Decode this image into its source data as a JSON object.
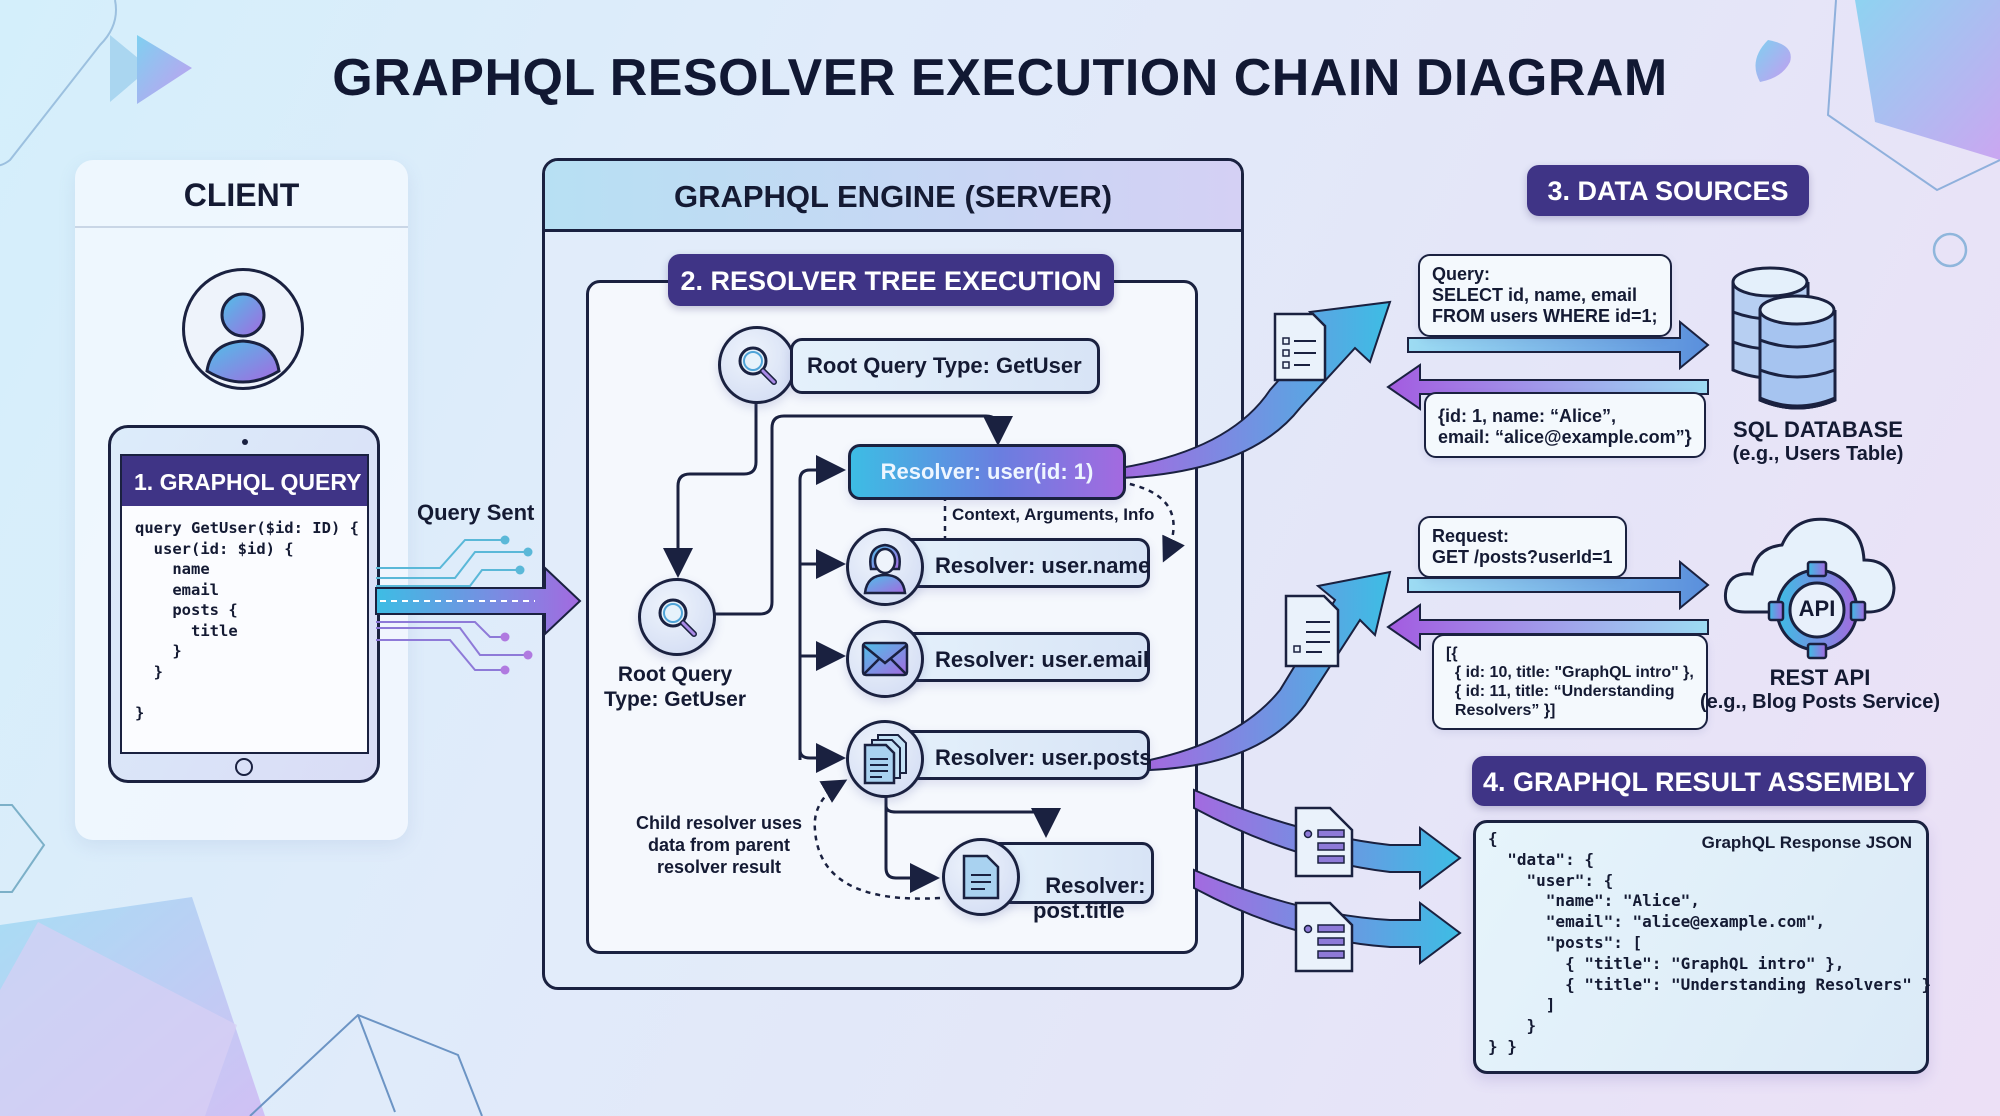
{
  "title": "GRAPHQL RESOLVER EXECUTION CHAIN DIAGRAM",
  "client": {
    "header": "CLIENT",
    "icon": "user-avatar-icon",
    "query_panel_title": "1. GRAPHQL QUERY",
    "query_code": "query GetUser($id: ID) {\n  user(id: $id) {\n    name\n    email\n    posts {\n      title\n    }\n  }\n\n}",
    "arrow_label": "Query Sent"
  },
  "engine": {
    "header": "GRAPHQL ENGINE (SERVER)",
    "tree_title": "2. RESOLVER TREE EXECUTION",
    "root_node": {
      "label": "Root Query Type: GetUser",
      "icon": "search-icon"
    },
    "root_secondary": {
      "label": "Root Query\nType: GetUser",
      "icon": "search-icon"
    },
    "resolvers": [
      {
        "label": "Resolver: user(id: 1)",
        "icon": "none",
        "active": true
      },
      {
        "label": "Resolver: user.name",
        "icon": "person-icon"
      },
      {
        "label": "Resolver: user.email",
        "icon": "envelope-icon"
      },
      {
        "label": "Resolver: user.posts",
        "icon": "documents-icon"
      },
      {
        "label": "Resolver:\npost.title",
        "icon": "document-icon"
      }
    ],
    "context_label": "Context, Arguments, Info",
    "child_note": "Child resolver uses\ndata from parent\nresolver result"
  },
  "data_sources": {
    "title": "3. DATA SOURCES",
    "sql": {
      "request": "Query:\nSELECT id, name, email\nFROM users WHERE id=1;",
      "response": "{id: 1, name: “Alice”,\nemail: “alice@example.com”}",
      "name": "SQL DATABASE",
      "subtitle": "(e.g., Users Table)",
      "icon": "database-icon"
    },
    "rest": {
      "request": "Request:\nGET /posts?userId=1",
      "response": "[{\n  { id: 10, title: \"GraphQL intro\" },\n  { id: 11, title: “Understanding\n  Resolvers” }]",
      "name": "REST API",
      "subtitle": "(e.g., Blog Posts Service)",
      "icon": "cloud-api-gear-icon",
      "badge": "API"
    }
  },
  "result": {
    "title": "4. GRAPHQL RESULT ASSEMBLY",
    "caption": "GraphQL Response JSON",
    "json": "{\n  \"data\": {\n    \"user\": {\n      \"name\": \"Alice\",\n      \"email\": \"alice@example.com\",\n      \"posts\": [\n        { \"title\": \"GraphQL intro\" },\n        { \"title\": \"Understanding Resolvers\" }\n      ]\n    }\n} }"
  },
  "colors": {
    "navy": "#1a2140",
    "purple_badge": "#3f3486",
    "cyan": "#3dbde4",
    "violet": "#a36ae0"
  }
}
